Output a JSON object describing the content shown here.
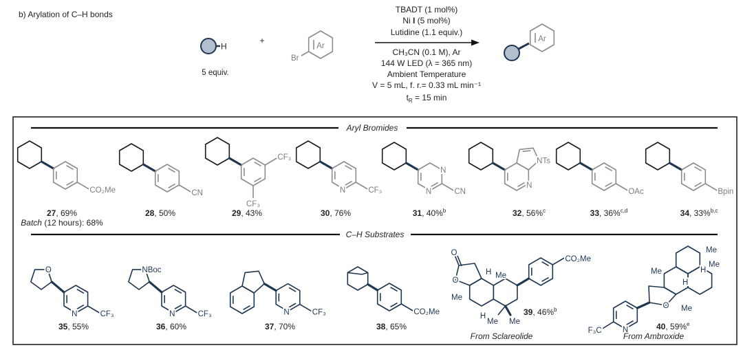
{
  "title": "b) Arylation of C–H bonds",
  "reaction": {
    "reagent_h": "H",
    "reagent_equiv": "5 equiv.",
    "plus": "+",
    "bromide_br": "Br",
    "bromide_ar": "Ar",
    "product_ar": "Ar",
    "above_arrow": {
      "line1": "TBADT (1 mol%)",
      "line2_pre": "Ni ",
      "line2_bold": "I",
      "line2_post": " (5 mol%)",
      "line3": "Lutidine (1.1 equiv.)"
    },
    "below_arrow": {
      "line1": "CH₃CN (0.1 M), Ar",
      "line2": "144 W LED (λ = 365 nm)",
      "line3": "Ambient Temperature",
      "line4": "V = 5 mL, f. r.= 0.33 mL min⁻¹",
      "line5_t": "t",
      "line5_sub": "R",
      "line5_rest": " = 15 min"
    }
  },
  "sections": {
    "aryl_bromides": "Aryl Bromides",
    "ch_substrates": "C–H Substrates"
  },
  "batch": {
    "label": "Batch",
    "text": " (12 hours): 68%"
  },
  "compounds": [
    {
      "num": "27",
      "yield": ", 69%",
      "note": "",
      "groups": [
        "CO₂Me"
      ]
    },
    {
      "num": "28",
      "yield": ", 50%",
      "note": "",
      "groups": [
        "CN"
      ]
    },
    {
      "num": "29",
      "yield": ", 43%",
      "note": "",
      "groups": [
        "CF₃",
        "CF₃"
      ]
    },
    {
      "num": "30",
      "yield": ", 76%",
      "note": "",
      "groups": [
        "N",
        "CF₃"
      ]
    },
    {
      "num": "31",
      "yield": ", 40%",
      "note": "b",
      "groups": [
        "N",
        "N",
        "CN"
      ]
    },
    {
      "num": "32",
      "yield": ", 56%",
      "note": "c",
      "groups": [
        "NTs",
        "N"
      ]
    },
    {
      "num": "33",
      "yield": ", 36%",
      "note": "c,d",
      "groups": [
        "OAc"
      ]
    },
    {
      "num": "34",
      "yield": ",  33%",
      "note": "b,c",
      "groups": [
        "Bpin"
      ]
    },
    {
      "num": "35",
      "yield": ", 55%",
      "note": "",
      "groups": [
        "O",
        "N",
        "CF₃"
      ]
    },
    {
      "num": "36",
      "yield": ", 60%",
      "note": "",
      "groups": [
        "NBoc",
        "N",
        "CF₃"
      ]
    },
    {
      "num": "37",
      "yield": ", 70%",
      "note": "",
      "groups": [
        "N",
        "CF₃"
      ]
    },
    {
      "num": "38",
      "yield": ", 65%",
      "note": "",
      "groups": [
        "CO₂Me"
      ]
    },
    {
      "num": "39",
      "yield": ", 46%",
      "note": "b",
      "source": "From Sclareolide",
      "groups": [
        "O",
        "O",
        "H",
        "Me",
        "Me",
        "H",
        "Me",
        "Me",
        "CO₂Me"
      ]
    },
    {
      "num": "40",
      "yield": ", 59%",
      "note": "e",
      "source": "From Ambroxide",
      "groups": [
        "Me",
        "Me",
        "H",
        "Me",
        "H",
        "O",
        "Me",
        "N",
        "F₃C"
      ]
    }
  ],
  "colors": {
    "substrate_fill": "#b3bfcd",
    "navy": "#1f3651",
    "aryl_gray": "#8c8c8c"
  }
}
